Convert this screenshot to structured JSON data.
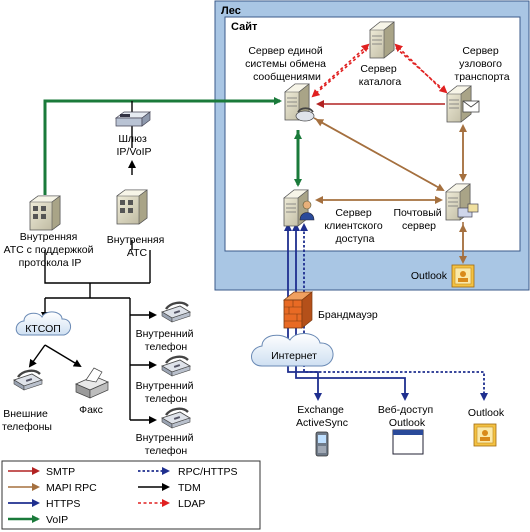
{
  "containers": {
    "forest": "Лес",
    "site": "Сайт"
  },
  "nodes": {
    "unified_messaging": [
      "Сервер единой",
      "системы обмена",
      "сообщениями"
    ],
    "catalog": [
      "Сервер",
      "каталога"
    ],
    "hub_transport": [
      "Сервер",
      "узлового",
      "транспорта"
    ],
    "client_access": [
      "Сервер",
      "клиентского",
      "доступа"
    ],
    "mailbox": [
      "Почтовый",
      "сервер"
    ],
    "outlook_inside": "Outlook",
    "gateway": [
      "Шлюз",
      "IP/VoIP"
    ],
    "ip_pbx": [
      "Внутренняя",
      "АТС с поддержкой",
      "протокола IP"
    ],
    "pbx": [
      "Внутренняя",
      "АТС"
    ],
    "pstn": "КТСОП",
    "ext_phones": [
      "Внешние",
      "телефоны"
    ],
    "fax": "Факс",
    "int_phone_1": [
      "Внутренний",
      "телефон"
    ],
    "int_phone_2": [
      "Внутренний",
      "телефон"
    ],
    "int_phone_3": [
      "Внутренний",
      "телефон"
    ],
    "firewall": "Брандмауэр",
    "internet": "Интернет",
    "activesync": [
      "Exchange",
      "ActiveSync"
    ],
    "owa": [
      "Веб-доступ",
      "Outlook"
    ],
    "outlook_ext": "Outlook"
  },
  "legend": {
    "items": [
      {
        "label": "SMTP",
        "color": "#b22222",
        "style": "solid"
      },
      {
        "label": "MAPI RPC",
        "color": "#a5703f",
        "style": "solid"
      },
      {
        "label": "HTTPS",
        "color": "#1f2f8f",
        "style": "solid"
      },
      {
        "label": "VoIP",
        "color": "#1a7a3a",
        "style": "solid"
      },
      {
        "label": "RPC/HTTPS",
        "color": "#1f2f8f",
        "style": "dotted"
      },
      {
        "label": "TDM",
        "color": "#000000",
        "style": "solid"
      },
      {
        "label": "LDAP",
        "color": "#e02020",
        "style": "dotted"
      }
    ]
  }
}
